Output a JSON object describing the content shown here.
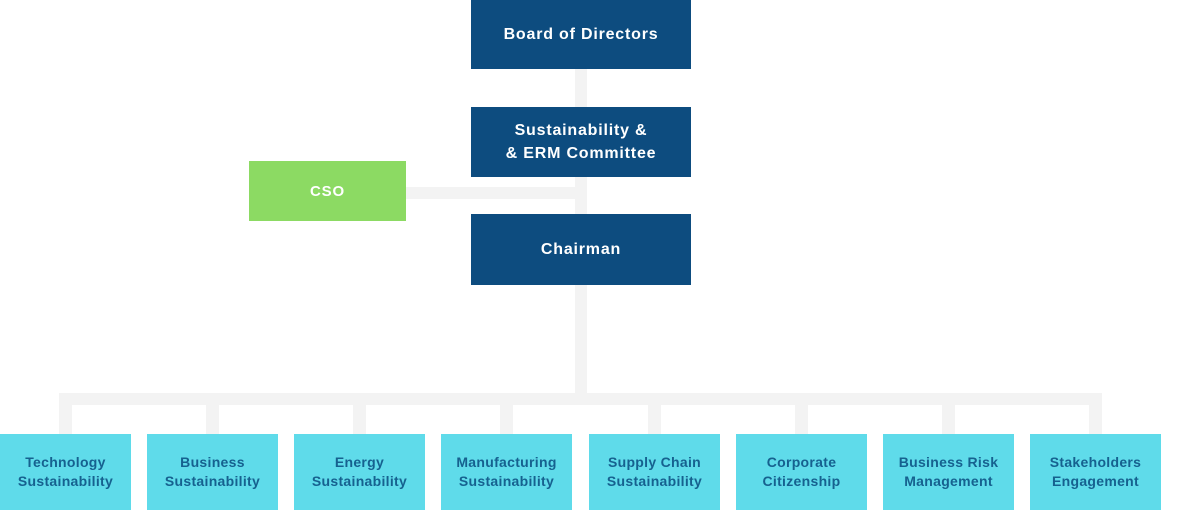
{
  "colors": {
    "node_blue": "#0d4c7f",
    "node_green": "#8cda63",
    "node_cyan": "#5fdbea",
    "connector_gray": "#f3f3f3",
    "dept_text_blue": "#16618f",
    "node_text_white": "#ffffff"
  },
  "org_chart": {
    "board": {
      "label": "Board of Directors"
    },
    "committee": {
      "label": "Sustainability &\n& ERM Committee"
    },
    "cso": {
      "label": "CSO"
    },
    "chairman": {
      "label": "Chairman"
    },
    "departments": [
      {
        "label": "Technology\nSustainability"
      },
      {
        "label": "Business\nSustainability"
      },
      {
        "label": "Energy\nSustainability"
      },
      {
        "label": "Manufacturing\nSustainability"
      },
      {
        "label": "Supply Chain\nSustainability"
      },
      {
        "label": "Corporate\nCitizenship"
      },
      {
        "label": "Business Risk\nManagement"
      },
      {
        "label": "Stakeholders\nEngagement"
      }
    ]
  }
}
